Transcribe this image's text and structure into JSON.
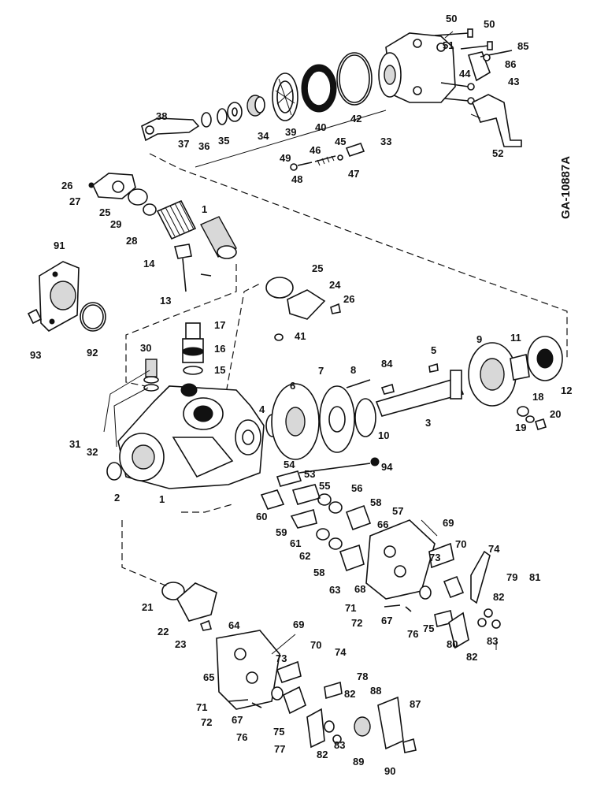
{
  "figure_id": "GA-10887A",
  "callouts": [
    "1",
    "2",
    "3",
    "4",
    "5",
    "6",
    "7",
    "8",
    "9",
    "10",
    "11",
    "12",
    "13",
    "14",
    "15",
    "16",
    "17",
    "18",
    "19",
    "20",
    "21",
    "22",
    "23",
    "24",
    "25",
    "26",
    "27",
    "28",
    "29",
    "30",
    "31",
    "32",
    "33",
    "34",
    "35",
    "36",
    "37",
    "38",
    "39",
    "40",
    "41",
    "42",
    "43",
    "44",
    "45",
    "46",
    "47",
    "48",
    "49",
    "50",
    "51",
    "52",
    "53",
    "54",
    "55",
    "56",
    "57",
    "58",
    "59",
    "60",
    "61",
    "62",
    "63",
    "64",
    "65",
    "66",
    "67",
    "68",
    "69",
    "70",
    "71",
    "72",
    "73",
    "74",
    "75",
    "76",
    "77",
    "78",
    "79",
    "80",
    "81",
    "82",
    "83",
    "84",
    "85",
    "86",
    "87",
    "88",
    "89",
    "90",
    "91",
    "92",
    "93",
    "94"
  ]
}
